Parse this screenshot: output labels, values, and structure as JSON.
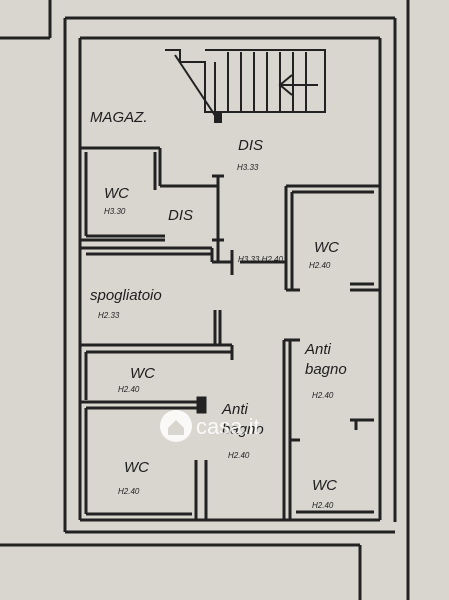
{
  "plan": {
    "wall_color": "#222222",
    "paper_color": "#d9d6d0",
    "rooms": [
      {
        "key": "magaz",
        "label": "MAGAZ."
      },
      {
        "key": "dis_main",
        "label": "DIS",
        "height": "H3.33"
      },
      {
        "key": "wc_top_left",
        "label": "WC",
        "height": "H3.30"
      },
      {
        "key": "dis_small",
        "label": "DIS"
      },
      {
        "key": "corridor",
        "label": "",
        "height": "H3.33 H2.40"
      },
      {
        "key": "wc_right_top",
        "label": "WC",
        "height": "H2.40"
      },
      {
        "key": "spogliatoio",
        "label": "spogliatoio",
        "height": "H2.33"
      },
      {
        "key": "anti_right",
        "label": "Anti bagno",
        "height": "H2.40"
      },
      {
        "key": "wc_mid_left",
        "label": "WC",
        "height": "H2.40"
      },
      {
        "key": "anti_center",
        "label": "Anti bagno",
        "height": "H2.40"
      },
      {
        "key": "wc_bottom_left",
        "label": "WC",
        "height": "H2.40"
      },
      {
        "key": "wc_bottom_right",
        "label": "WC",
        "height": "H2.40"
      }
    ],
    "watermark": {
      "text": "casa.it",
      "icon": "house-icon"
    }
  }
}
